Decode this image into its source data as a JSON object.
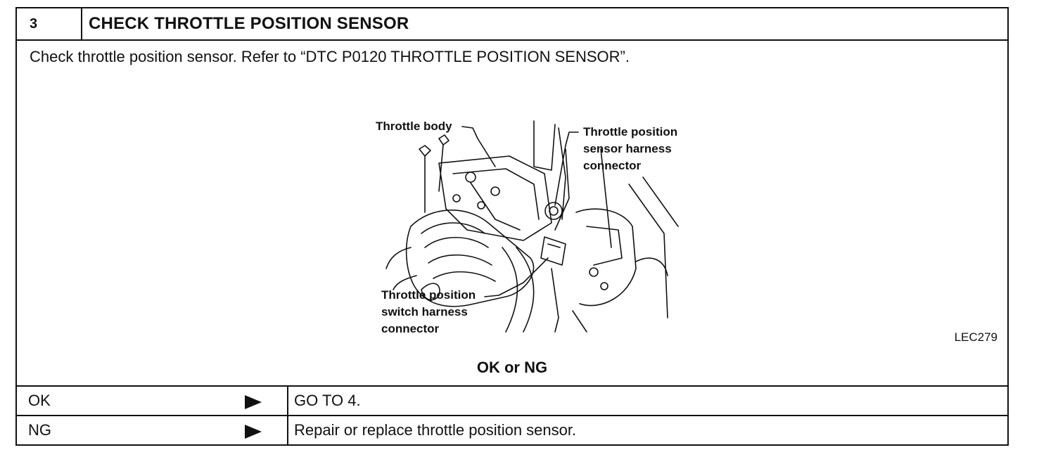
{
  "step": {
    "number": "3",
    "title": "CHECK THROTTLE POSITION SENSOR"
  },
  "instruction": "Check throttle position sensor. Refer to “DTC P0120 THROTTLE POSITION SENSOR”.",
  "figure": {
    "label_throttle_body": "Throttle body",
    "label_tps_harness": "Throttle position\nsensor harness\nconnector",
    "label_tpsw_harness": "Throttle position\nswitch harness\nconnector",
    "code": "LEC279"
  },
  "result_heading": "OK or NG",
  "outcomes": [
    {
      "key": "OK",
      "action": "GO TO 4."
    },
    {
      "key": "NG",
      "action": "Repair or replace throttle position sensor."
    }
  ]
}
